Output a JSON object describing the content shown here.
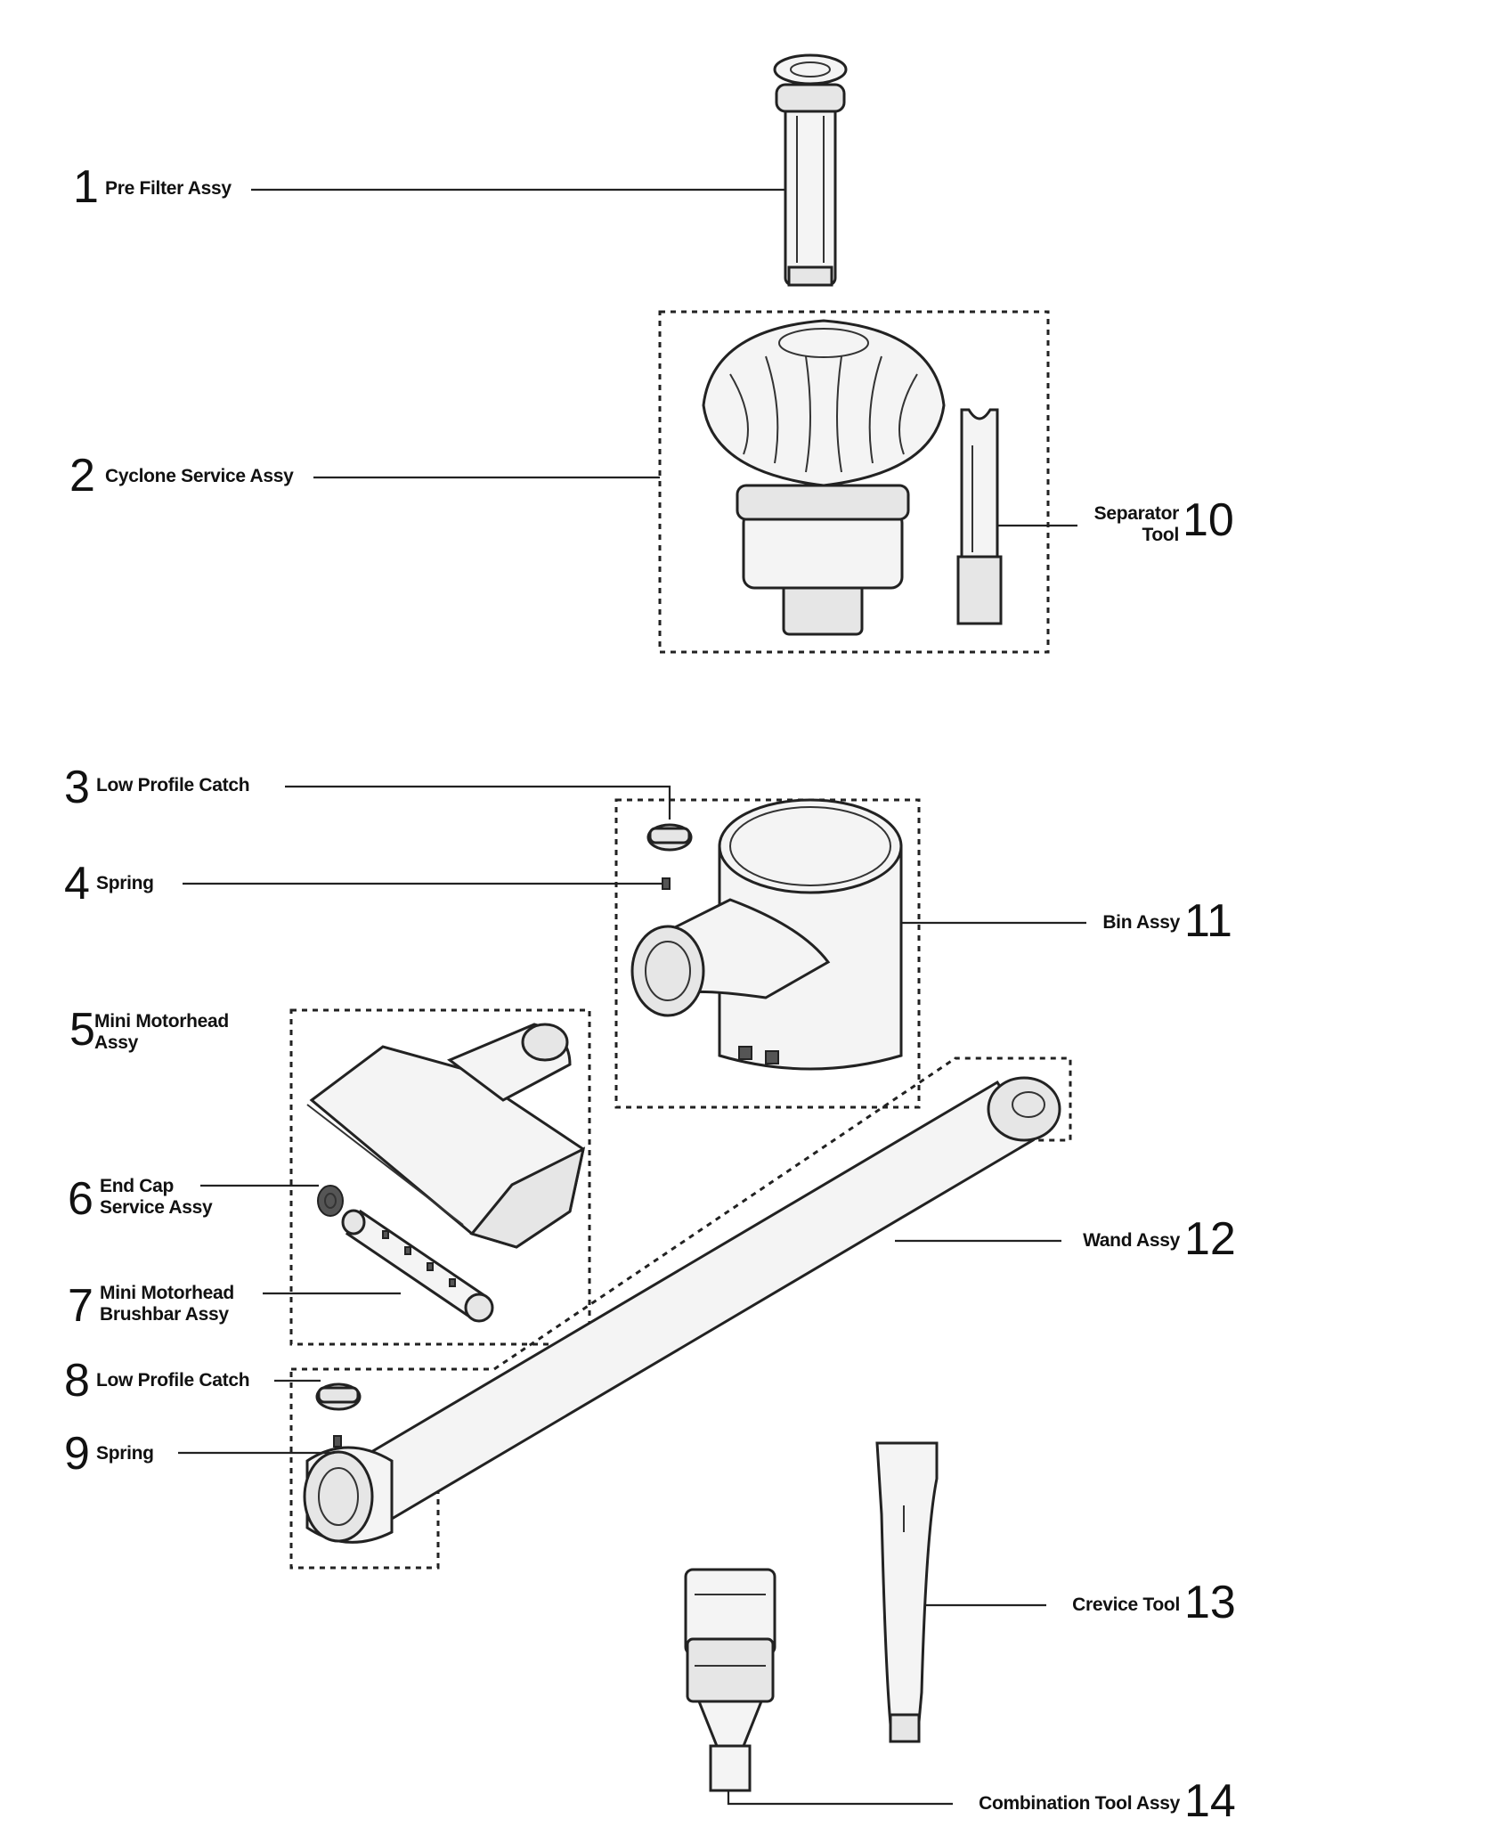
{
  "parts": [
    {
      "number": "1",
      "name": "Pre Filter Assy"
    },
    {
      "number": "2",
      "name": "Cyclone Service Assy"
    },
    {
      "number": "3",
      "name": "Low Profile Catch"
    },
    {
      "number": "4",
      "name": "Spring"
    },
    {
      "number": "5",
      "name_line1": "Mini Motorhead",
      "name_line2": "Assy"
    },
    {
      "number": "6",
      "name_line1": "End Cap",
      "name_line2": "Service Assy"
    },
    {
      "number": "7",
      "name_line1": "Mini Motorhead",
      "name_line2": "Brushbar Assy"
    },
    {
      "number": "8",
      "name": "Low Profile Catch"
    },
    {
      "number": "9",
      "name": "Spring"
    },
    {
      "number": "10",
      "name_line1": "Separator",
      "name_line2": "Tool"
    },
    {
      "number": "11",
      "name": "Bin Assy"
    },
    {
      "number": "12",
      "name": "Wand Assy"
    },
    {
      "number": "13",
      "name": "Crevice Tool"
    },
    {
      "number": "14",
      "name": "Combination Tool Assy"
    }
  ]
}
